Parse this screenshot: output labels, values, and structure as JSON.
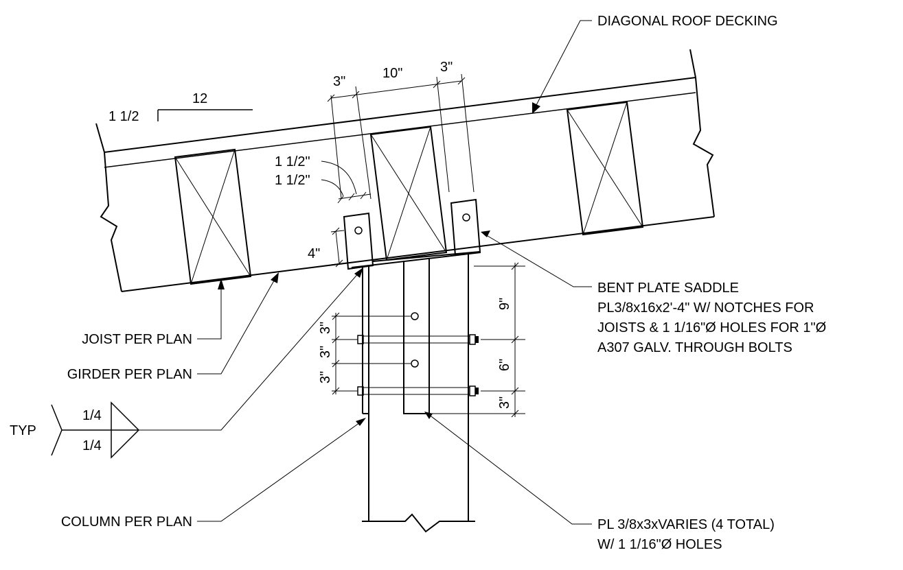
{
  "labels": {
    "decking": "DIAGONAL ROOF DECKING",
    "saddle_1": "BENT PLATE SADDLE",
    "saddle_2": "PL3/8x16x2'-4\" W/ NOTCHES FOR",
    "saddle_3": "JOISTS & 1 1/16\"Ø HOLES FOR 1\"Ø",
    "saddle_4": "A307 GALV. THROUGH BOLTS",
    "joist": "JOIST PER PLAN",
    "girder": "GIRDER PER PLAN",
    "column": "COLUMN PER PLAN",
    "plate_1": "PL 3/8x3xVARIES (4 TOTAL)",
    "plate_2": "W/ 1 1/16\"Ø HOLES",
    "typ": "TYP"
  },
  "slope": {
    "rise": "1 1/2",
    "run": "12"
  },
  "dims": {
    "top_left": "3\"",
    "top_mid": "10\"",
    "top_right": "3\"",
    "notch_a": "1 1/2\"",
    "notch_b": "1 1/2\"",
    "plate_height": "4\"",
    "left_1": "3\"",
    "left_2": "3\"",
    "left_3": "3\"",
    "right_1": "9\"",
    "right_2": "6\"",
    "right_3": "3\""
  },
  "weld": {
    "top": "1/4",
    "bottom": "1/4"
  }
}
